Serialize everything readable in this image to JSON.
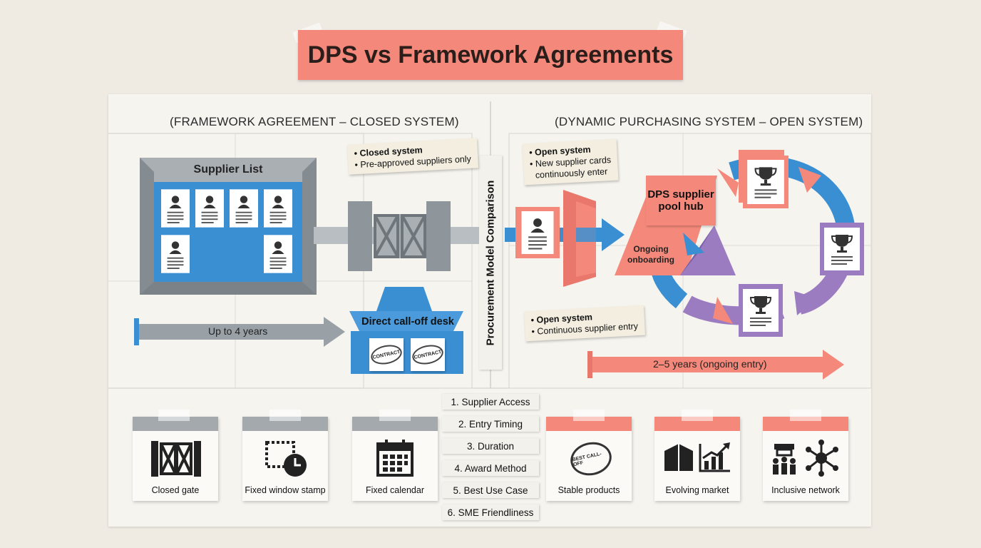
{
  "title": "DPS vs Framework Agreements",
  "left_header": "(FRAMEWORK AGREEMENT – CLOSED SYSTEM)",
  "right_header": "(DYNAMIC PURCHASING SYSTEM – OPEN SYSTEM)",
  "center_label": "Procurement Model Comparison",
  "supplier_list_title": "Supplier List",
  "left_note": [
    "Closed system",
    "Pre-approved suppliers only"
  ],
  "left_duration": "Up to 4 years",
  "calloff_desk": "Direct call-off desk",
  "contract_stamp_1": "CONTRACT",
  "contract_stamp_2": "CONTRACT",
  "right_note_top": [
    "Open system",
    "New supplier cards",
    "continuously enter"
  ],
  "dps_hub": "DPS supplier pool hub",
  "ongoing_onboarding": "Ongoing onboarding",
  "right_note_bottom": [
    "Open system",
    "Continuous supplier entry"
  ],
  "right_duration": "2–5 years (ongoing entry)",
  "criteria": [
    "1. Supplier Access",
    "2. Entry Timing",
    "3. Duration",
    "4. Award Method",
    "5. Best Use Case",
    "6. SME Friendliness"
  ],
  "left_tiles": [
    {
      "label": "Closed gate",
      "icon": "closed-gate-icon"
    },
    {
      "label": "Fixed window stamp",
      "icon": "window-stamp-clock-icon"
    },
    {
      "label": "Fixed calendar",
      "icon": "calendar-icon"
    }
  ],
  "right_tiles": [
    {
      "label": "Stable products",
      "icon": "best-call-off-stamp-icon",
      "stamp_text": "BEST CALL-OFF"
    },
    {
      "label": "Evolving market",
      "icon": "boxes-growth-chart-icon"
    },
    {
      "label": "Inclusive network",
      "icon": "shop-network-icon"
    }
  ],
  "colors": {
    "blue": "#3a8fd3",
    "coral": "#f4897b",
    "gray": "#9aa1a6",
    "purple": "#9b7cc0",
    "paper": "#f6f4ef"
  }
}
